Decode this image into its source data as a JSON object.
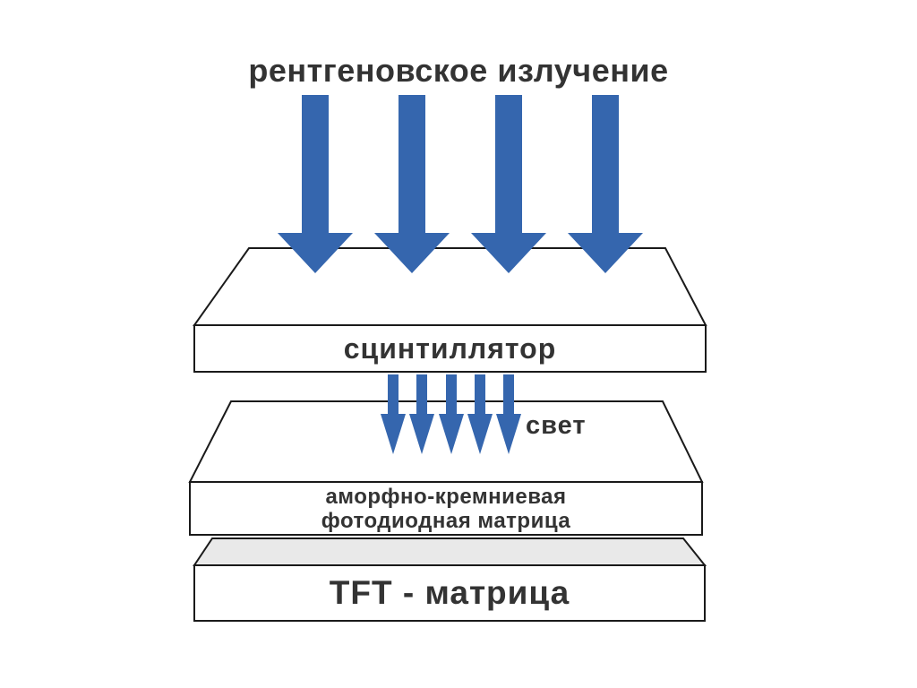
{
  "diagram": {
    "title": "рентгеновское излучение",
    "xray_arrows": {
      "count": 4,
      "direction": "down"
    },
    "light_arrows": {
      "count": 5,
      "direction": "down",
      "label": "свет"
    },
    "layers": [
      {
        "id": "scintillator",
        "label": "сцинтиллятор"
      },
      {
        "id": "photodiode-matrix",
        "label_line1": "аморфно-кремниевая",
        "label_line2": "фотодиодная матрица"
      },
      {
        "id": "tft-matrix",
        "label": "TFT - матрица"
      }
    ],
    "colors": {
      "arrow_blue": "#3566AE",
      "outline": "#1a1a1a",
      "slab_face": "#ffffff",
      "tft_top_gray": "#e9e9e9",
      "text": "#333333",
      "background": "#ffffff"
    }
  }
}
